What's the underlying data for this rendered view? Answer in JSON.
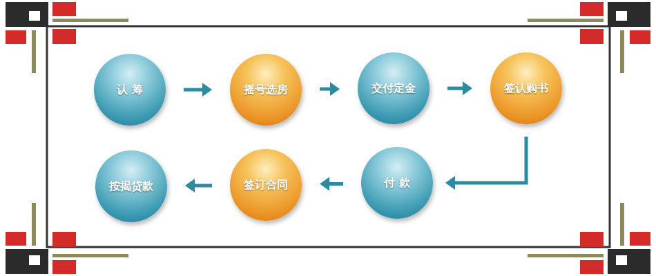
{
  "diagram": {
    "nodes": [
      {
        "text": [
          "认 筹"
        ]
      },
      {
        "text": [
          "摇号选房"
        ]
      },
      {
        "text": [
          "交付定金"
        ]
      },
      {
        "text": [
          "签认购书"
        ]
      },
      {
        "text": [
          "付 款"
        ]
      },
      {
        "text": [
          "签订合同"
        ]
      },
      {
        "text": [
          "按揭贷款"
        ]
      }
    ],
    "edges": [
      {
        "from": 0,
        "to": 1,
        "arrow": "to"
      },
      {
        "from": 1,
        "to": 2,
        "arrow": "to"
      },
      {
        "from": 2,
        "to": 3,
        "arrow": "to"
      },
      {
        "from": 3,
        "to": 4,
        "arrow": "to"
      },
      {
        "from": 4,
        "to": 5,
        "arrow": "to"
      },
      {
        "from": 5,
        "to": 6,
        "arrow": "to"
      }
    ]
  }
}
